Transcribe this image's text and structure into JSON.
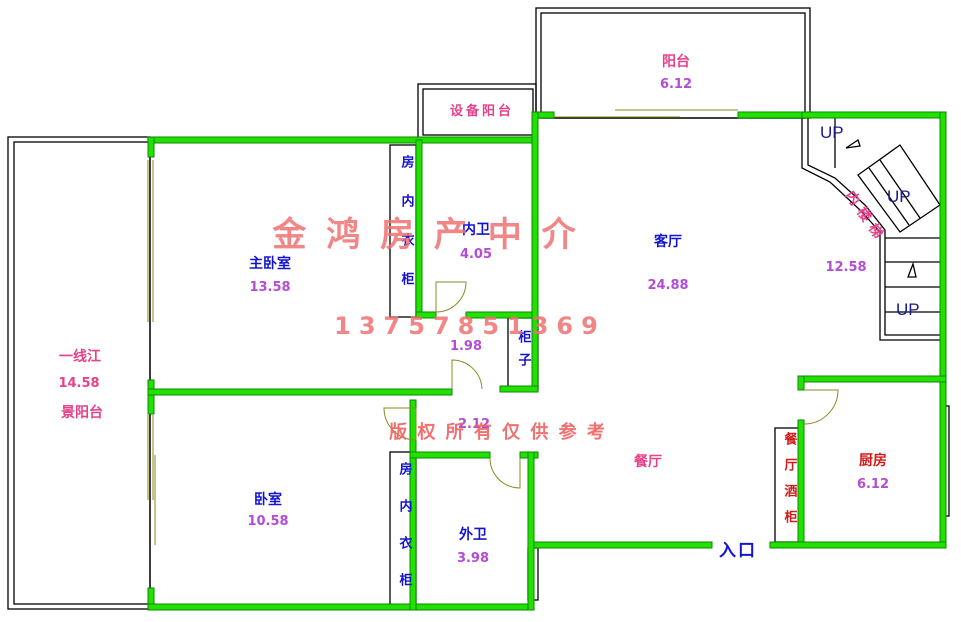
{
  "rooms": {
    "balcony_top": {
      "name": "阳台",
      "area": "6.12"
    },
    "equipment_balcony": {
      "name": "设备阳台"
    },
    "master_bedroom": {
      "name": "主卧室",
      "area": "13.58"
    },
    "inner_wardrobe_1": {
      "name": "房内衣柜"
    },
    "inner_bath": {
      "name": "内卫",
      "area": "4.05"
    },
    "living_room": {
      "name": "客厅",
      "area": "24.88"
    },
    "inner_stair": {
      "name": "内楼梯",
      "area": "12.58"
    },
    "river_balcony": {
      "line1": "一线江",
      "area": "14.58",
      "line2": "景阳台"
    },
    "corridor": {
      "area": "1.98"
    },
    "cabinet": {
      "name": "柜子"
    },
    "hall_small": {
      "area": "2.12"
    },
    "dining_room": {
      "name": "餐厅"
    },
    "kitchen": {
      "name": "厨房",
      "area": "6.12"
    },
    "dining_wine_cabinet": {
      "name": "餐厅酒柜"
    },
    "bedroom": {
      "name": "卧室",
      "area": "10.58"
    },
    "inner_wardrobe_2": {
      "name": "房内衣柜"
    },
    "outer_bath": {
      "name": "外卫",
      "area": "3.98"
    }
  },
  "stairs": {
    "up_label": "UP"
  },
  "entrance": {
    "label": "入口"
  },
  "watermark": {
    "company": "金 鸿 房 产 中 介",
    "phone": "13757851369",
    "disclaimer": "版 权 所 有  仅 供 参 考"
  },
  "colors": {
    "wall": "#22e000",
    "room_name_pink": "#e8418a",
    "area_purple": "#b44cd6",
    "label_blue": "#1414d0",
    "label_red": "#d01c1c",
    "watermark": "#f07070"
  }
}
